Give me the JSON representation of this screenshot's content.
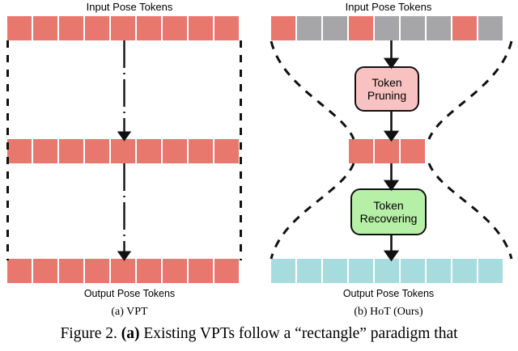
{
  "figure": {
    "caption_prefix": "Figure 2.",
    "caption_bold": "(a)",
    "caption_rest": "Existing VPTs follow a “rectangle” paradigm that"
  },
  "panel_a": {
    "subcaption": "(a) VPT",
    "top_label": "Input Pose Tokens",
    "bottom_label": "Output Pose Tokens",
    "rows": {
      "input": {
        "count": 9,
        "colors": [
          "red",
          "red",
          "red",
          "red",
          "red",
          "red",
          "red",
          "red",
          "red"
        ]
      },
      "middle": {
        "count": 9,
        "colors": [
          "red",
          "red",
          "red",
          "red",
          "red",
          "red",
          "red",
          "red",
          "red"
        ]
      },
      "output": {
        "count": 9,
        "colors": [
          "red",
          "red",
          "red",
          "red",
          "red",
          "red",
          "red",
          "red",
          "red"
        ]
      }
    }
  },
  "panel_b": {
    "subcaption": "(b) HoT (Ours)",
    "top_label": "Input Pose Tokens",
    "bottom_label": "Output Pose Tokens",
    "rows": {
      "input": {
        "count": 9,
        "colors": [
          "red",
          "gray",
          "gray",
          "red",
          "gray",
          "gray",
          "gray",
          "red",
          "gray"
        ]
      },
      "middle": {
        "count": 3,
        "colors": [
          "red",
          "red",
          "red"
        ]
      },
      "output": {
        "count": 9,
        "colors": [
          "cyan",
          "cyan",
          "cyan",
          "cyan",
          "cyan",
          "cyan",
          "cyan",
          "cyan",
          "cyan"
        ]
      }
    },
    "pruning_box": {
      "line1": "Token",
      "line2": "Pruning"
    },
    "recovering_box": {
      "line1": "Token",
      "line2": "Recovering"
    }
  },
  "colors": {
    "token_red": "#e8776e",
    "token_gray": "#a6a6a8",
    "token_cyan": "#a7dcdf",
    "box_pink": "#f9c2c2",
    "box_green": "#b6f0a6",
    "stroke": "#111111"
  }
}
